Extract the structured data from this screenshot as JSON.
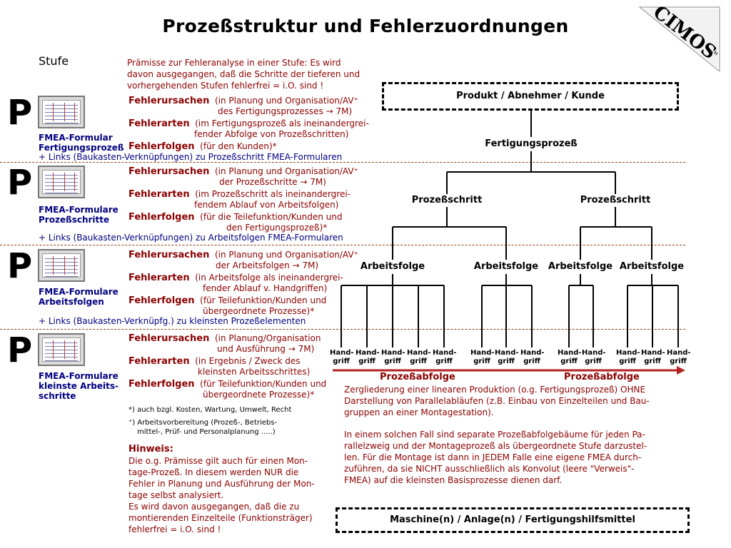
{
  "title": "Prozeßstruktur und Fehlerzuordnungen",
  "logo": {
    "text": "CIMOS",
    "tm": "TM"
  },
  "stufe_label": "Stufe",
  "premise": "Prämisse zur Fehleranalyse in einer Stufe: Es wird davon ausgegangen, daß die Schritte der tieferen und vorhergehenden Stufen fehlerfrei = i.O. sind !",
  "level_marker": "P",
  "levels": [
    {
      "form_line1": "FMEA-Formular",
      "form_line2": "Fertigungsprozeß",
      "form_line3": "",
      "ursachen_h": "Fehlerursachen",
      "ursachen_1": "(in Planung und Organisation/AV⁺",
      "ursachen_2": "des Fertigungsprozesses → 7M)",
      "arten_h": "Fehlerarten",
      "arten_1": "(im Fertigungsprozeß als ineinandergrei-",
      "arten_2": "fender Abfolge von Prozeßschritten)",
      "folgen_h": "Fehlerfolgen",
      "folgen_1": "(für den Kunden)*",
      "folgen_2": "",
      "link": "+ Links (Baukasten-Verknüpfungen) zu Prozeßschritt FMEA-Formularen"
    },
    {
      "form_line1": "FMEA-Formulare",
      "form_line2": "Prozeßschritte",
      "form_line3": "",
      "ursachen_h": "Fehlerursachen",
      "ursachen_1": "(in Planung und Organisation/AV⁺",
      "ursachen_2": "der Prozeßschritte → 7M)",
      "arten_h": "Fehlerarten",
      "arten_1": "(im Prozeßschritt als ineinandergrei-",
      "arten_2": "fendem Ablauf von Arbeitsfolgen)",
      "folgen_h": "Fehlerfolgen",
      "folgen_1": "(für die Teilefunktion/Kunden und",
      "folgen_2": "den Fertigungsprozeß)*",
      "link": "+ Links (Baukasten-Verknüpfungen) zu Arbeitsfolgen FMEA-Formularen"
    },
    {
      "form_line1": "FMEA-Formulare",
      "form_line2": "Arbeitsfolgen",
      "form_line3": "",
      "ursachen_h": "Fehlerursachen",
      "ursachen_1": "(in Planung und Organisation/AV⁺",
      "ursachen_2": "der Arbeitsfolgen → 7M)",
      "arten_h": "Fehlerarten",
      "arten_1": "(in Arbeitsfolge als ineinandergrei-",
      "arten_2": "fender Ablauf v. Handgriffen)",
      "folgen_h": "Fehlerfolgen",
      "folgen_1": "(für Teilefunktion/Kunden und",
      "folgen_2": "übergeordnete Prozesse)*",
      "link": "+ Links (Baukasten-Verknüpfg.) zu kleinsten Prozeßelementen"
    },
    {
      "form_line1": "FMEA-Formulare",
      "form_line2": "kleinste Arbeits-",
      "form_line3": "schritte",
      "ursachen_h": "Fehlerursachen",
      "ursachen_1": "(in Planung/Organisation",
      "ursachen_2": "und Ausführung → 7M)",
      "arten_h": "Fehlerarten",
      "arten_1": "(in Ergebnis / Zweck des",
      "arten_2": "kleinsten Arbeitsschrittes)",
      "folgen_h": "Fehlerfolgen",
      "folgen_1": "(für Teilefunktion/Kunden und",
      "folgen_2": "übergeordnete Prozesse)*",
      "link": ""
    }
  ],
  "notes": {
    "n1": "*) auch bzgl. Kosten, Wartung, Umwelt, Recht",
    "n2a": "⁺) Arbeitsvorbereitung (Prozeß-, Betriebs-",
    "n2b": "mittel-, Prüf- und Personalplanung .....)"
  },
  "hinweis": {
    "heading": "Hinweis:",
    "l1": "Die o.g. Prämisse gilt auch für einen Mon-",
    "l2": "tage-Prozeß.  In diesem  werden  NUR die",
    "l3": "Fehler in Planung und Ausführung der Mon-",
    "l4": "tage selbst analysiert.",
    "l5": "Es  wird  davon  ausgegangen, daß die zu",
    "l6": "montierenden Einzelteile (Funktionsträger)",
    "l7": "fehlerfrei = i.O. sind !"
  },
  "tree": {
    "top_box": "Produkt  /  Abnehmer  /  Kunde",
    "root": "Fertigungsprozeß",
    "step": "Prozeßschritt",
    "sequence": "Arbeitsfolge",
    "grip_1": "Hand-",
    "grip_2": "griff",
    "flow": "Prozeßabfolge",
    "bottom_box": "Maschine(n)  /  Anlage(n)  /  Fertigungshilfsmittel"
  },
  "right_text": {
    "p1_1": "Zergliederung einer linearen Produktion (o.g. Fertigungsprozeß) OHNE",
    "p1_2": "Darstellung von Parallelabläufen (z.B. Einbau von Einzelteilen und Bau-",
    "p1_3": "gruppen an einer Montagestation).",
    "p2_1": "In einem solchen Fall sind separate Prozeßabfolgebäume für jeden Pa-",
    "p2_2": "rallelzweig und der Montageprozeß als übergeordnete Stufe darzustel-",
    "p2_3": "len.  Für die Montage ist dann in JEDEM Falle eine eigene FMEA durch-",
    "p2_4": "zuführen, da sie  NICHT  ausschließlich als Konvolut  (leere \"Verweis\"-",
    "p2_5": "FMEA) auf die kleinsten Basisprozesse dienen darf."
  },
  "colors": {
    "darkred": "#8b0000",
    "navy": "#000080",
    "arrow": "#b22222",
    "dash": "#8b4513"
  }
}
